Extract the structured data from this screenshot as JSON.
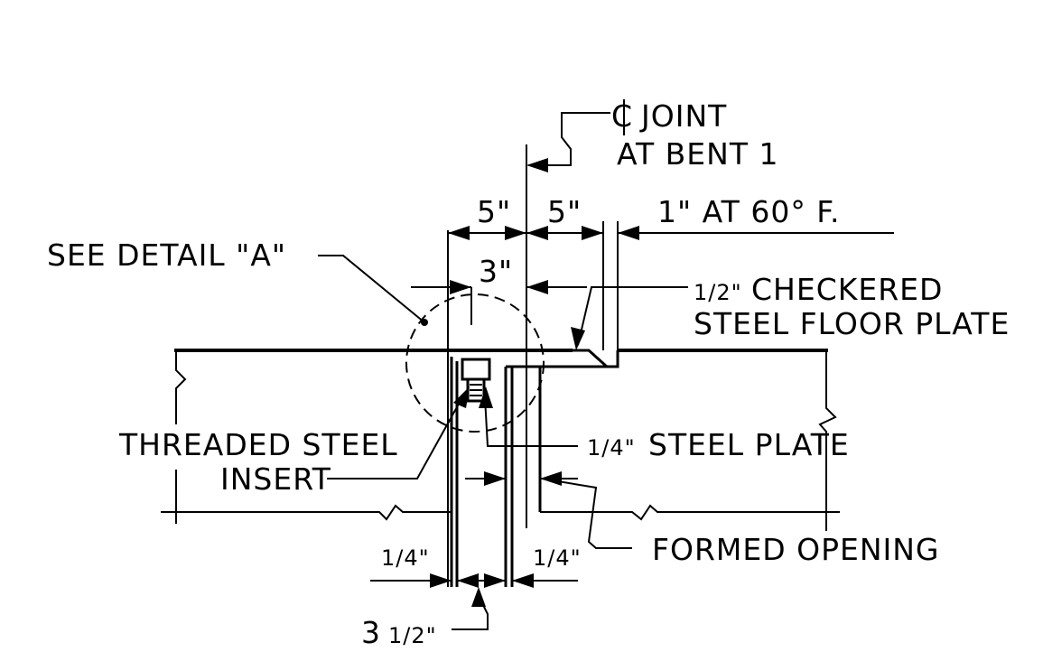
{
  "labels": {
    "centerline_joint": "JOINT",
    "at_bent": "AT BENT 1",
    "dim_5_left": "5\"",
    "dim_5_right": "5\"",
    "dim_1_at_60": "1\" AT 60° F.",
    "see_detail": "SEE DETAIL \"A\"",
    "dim_3": "3\"",
    "checkered_frac": "1/2\"",
    "checkered_1": "CHECKERED",
    "checkered_2": "STEEL FLOOR PLATE",
    "steel_plate_frac": "1/4\"",
    "steel_plate": "STEEL PLATE",
    "threaded_1": "THREADED STEEL",
    "threaded_2": "INSERT",
    "formed_opening": "FORMED OPENING",
    "dim_quarter_left": "1/4\"",
    "dim_quarter_right": "1/4\"",
    "dim_3_half_whole": "3",
    "dim_3_half_frac": "1/2\""
  },
  "colors": {
    "ink": "#000000",
    "paper": "#ffffff"
  }
}
